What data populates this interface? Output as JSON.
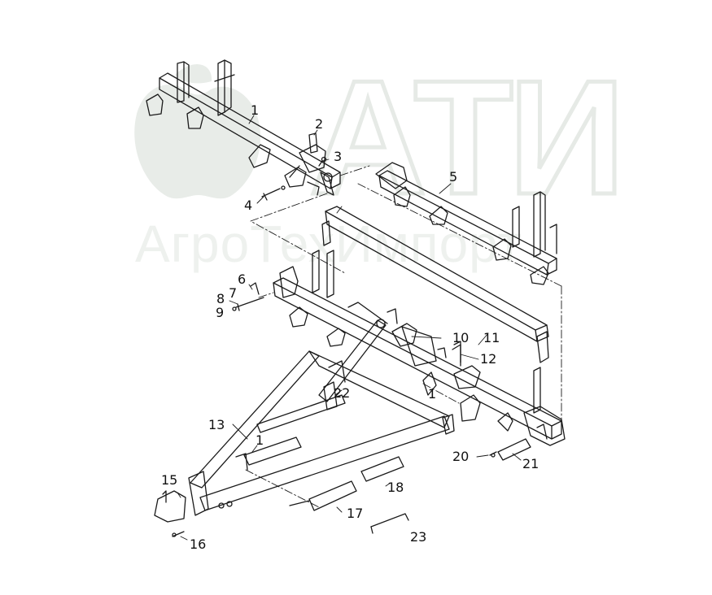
{
  "watermark": {
    "logo_text": "АТИ",
    "brand_text": "АгроТехИмпорт",
    "color": "#e8ece8"
  },
  "ink_color": "#1a1a1a",
  "labels": [
    {
      "id": "label-1-top",
      "text": "1"
    },
    {
      "id": "label-2",
      "text": "2"
    },
    {
      "id": "label-3",
      "text": "3"
    },
    {
      "id": "label-4",
      "text": "4"
    },
    {
      "id": "label-5",
      "text": "5"
    },
    {
      "id": "label-6",
      "text": "6"
    },
    {
      "id": "label-7",
      "text": "7"
    },
    {
      "id": "label-8",
      "text": "8"
    },
    {
      "id": "label-9",
      "text": "9"
    },
    {
      "id": "label-10",
      "text": "10"
    },
    {
      "id": "label-11",
      "text": "11"
    },
    {
      "id": "label-12",
      "text": "12"
    },
    {
      "id": "label-1-mid",
      "text": "1"
    },
    {
      "id": "label-22",
      "text": "22"
    },
    {
      "id": "label-13",
      "text": "13"
    },
    {
      "id": "label-1-low",
      "text": "1"
    },
    {
      "id": "label-20",
      "text": "20"
    },
    {
      "id": "label-21",
      "text": "21"
    },
    {
      "id": "label-15",
      "text": "15"
    },
    {
      "id": "label-18",
      "text": "18"
    },
    {
      "id": "label-17",
      "text": "17"
    },
    {
      "id": "label-16",
      "text": "16"
    },
    {
      "id": "label-23",
      "text": "23"
    }
  ]
}
